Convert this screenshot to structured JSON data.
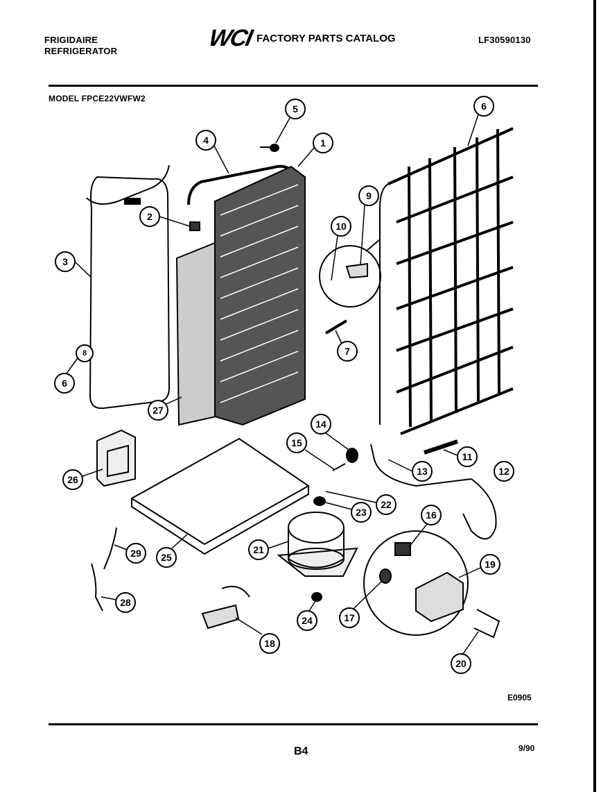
{
  "header": {
    "brand_line1": "FRIGIDAIRE",
    "brand_line2": "REFRIGERATOR",
    "logo_text": "WCI",
    "catalog_title": "FACTORY PARTS CATALOG",
    "catalog_number": "LF30590130",
    "model_label": "MODEL FPCE22VWFW2"
  },
  "diagram": {
    "callouts": [
      "1",
      "2",
      "3",
      "4",
      "5",
      "6",
      "6",
      "7",
      "8",
      "9",
      "10",
      "11",
      "12",
      "13",
      "14",
      "15",
      "16",
      "17",
      "18",
      "19",
      "20",
      "21",
      "22",
      "23",
      "24",
      "25",
      "26",
      "27",
      "28",
      "29"
    ],
    "drawing_code": "E0905"
  },
  "footer": {
    "page_code": "B4",
    "date": "9/90"
  }
}
